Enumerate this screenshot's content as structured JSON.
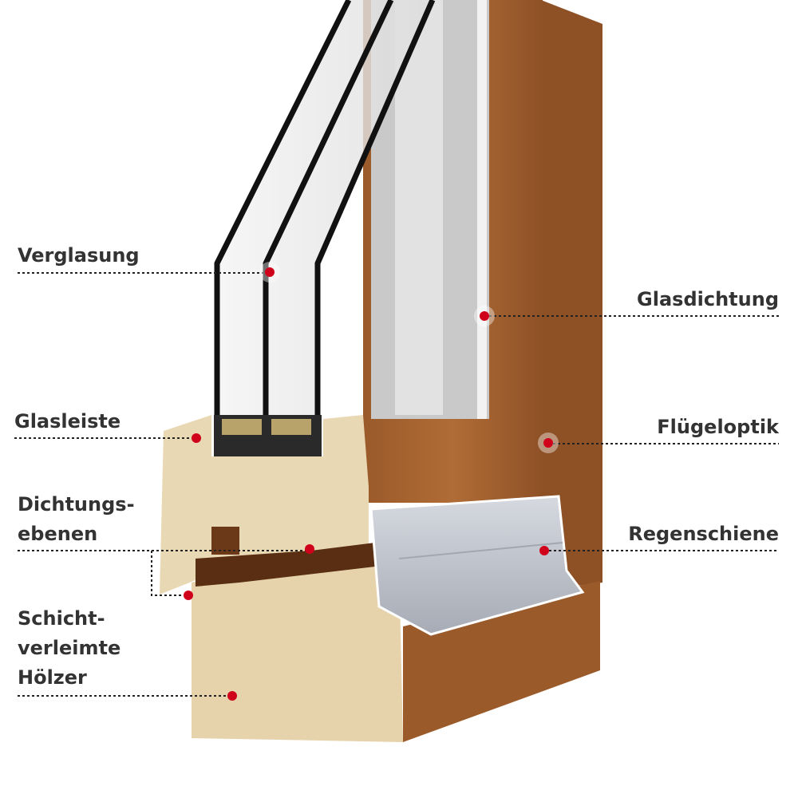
{
  "labels": {
    "verglasung": "Verglasung",
    "glasdichtung": "Glasdichtung",
    "glasleiste": "Glasleiste",
    "fluegeloptik": "Flügeloptik",
    "dichtungsebenen": [
      "Dichtungs-",
      "ebenen"
    ],
    "regenschiene": "Regenschiene",
    "schichtverleimt": [
      "Schicht-",
      "verleimte",
      "Hölzer"
    ]
  },
  "colors": {
    "marker": "#d0021b",
    "text": "#333333",
    "wood_face": "#e9d8b4",
    "wood_stain": "#a5622f",
    "rail": "#bfc3cc"
  }
}
